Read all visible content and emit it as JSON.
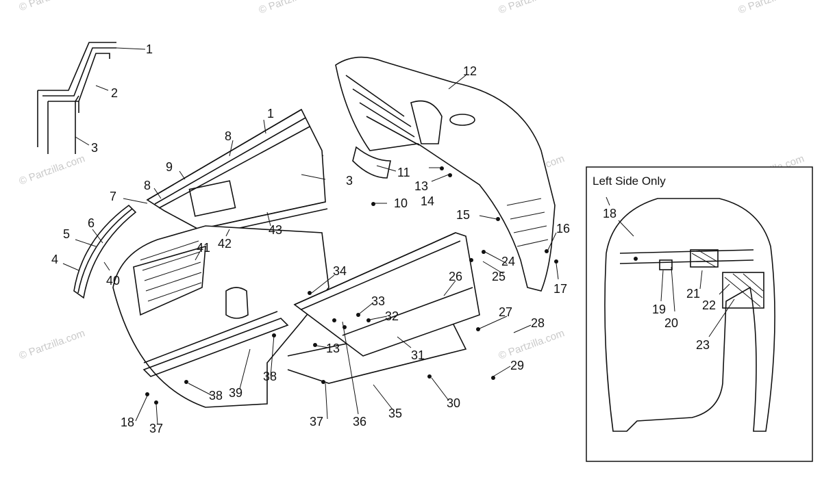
{
  "inset_title": "Left Side Only",
  "watermark": "© Partzilla.com",
  "callouts": {
    "c1a": "1",
    "c2": "2",
    "c3a": "3",
    "c1b": "1",
    "c8a": "8",
    "c9": "9",
    "c3b": "3",
    "c8b": "8",
    "c7": "7",
    "c43": "43",
    "c42": "42",
    "c41": "41",
    "c6": "6",
    "c5": "5",
    "c4": "4",
    "c40": "40",
    "c12": "12",
    "c11": "11",
    "c13a": "13",
    "c14": "14",
    "c10": "10",
    "c15": "15",
    "c16": "16",
    "c17": "17",
    "c24": "24",
    "c25": "25",
    "c34": "34",
    "c26": "26",
    "c33": "33",
    "c32": "32",
    "c27": "27",
    "c28": "28",
    "c31": "31",
    "c13b": "13",
    "c29": "29",
    "c30": "30",
    "c35": "35",
    "c36": "36",
    "c37a": "37",
    "c38a": "38",
    "c39": "39",
    "c38b": "38",
    "c18a": "18",
    "c37b": "37",
    "c18b": "18",
    "c19": "19",
    "c20": "20",
    "c21": "21",
    "c22": "22",
    "c23": "23"
  }
}
